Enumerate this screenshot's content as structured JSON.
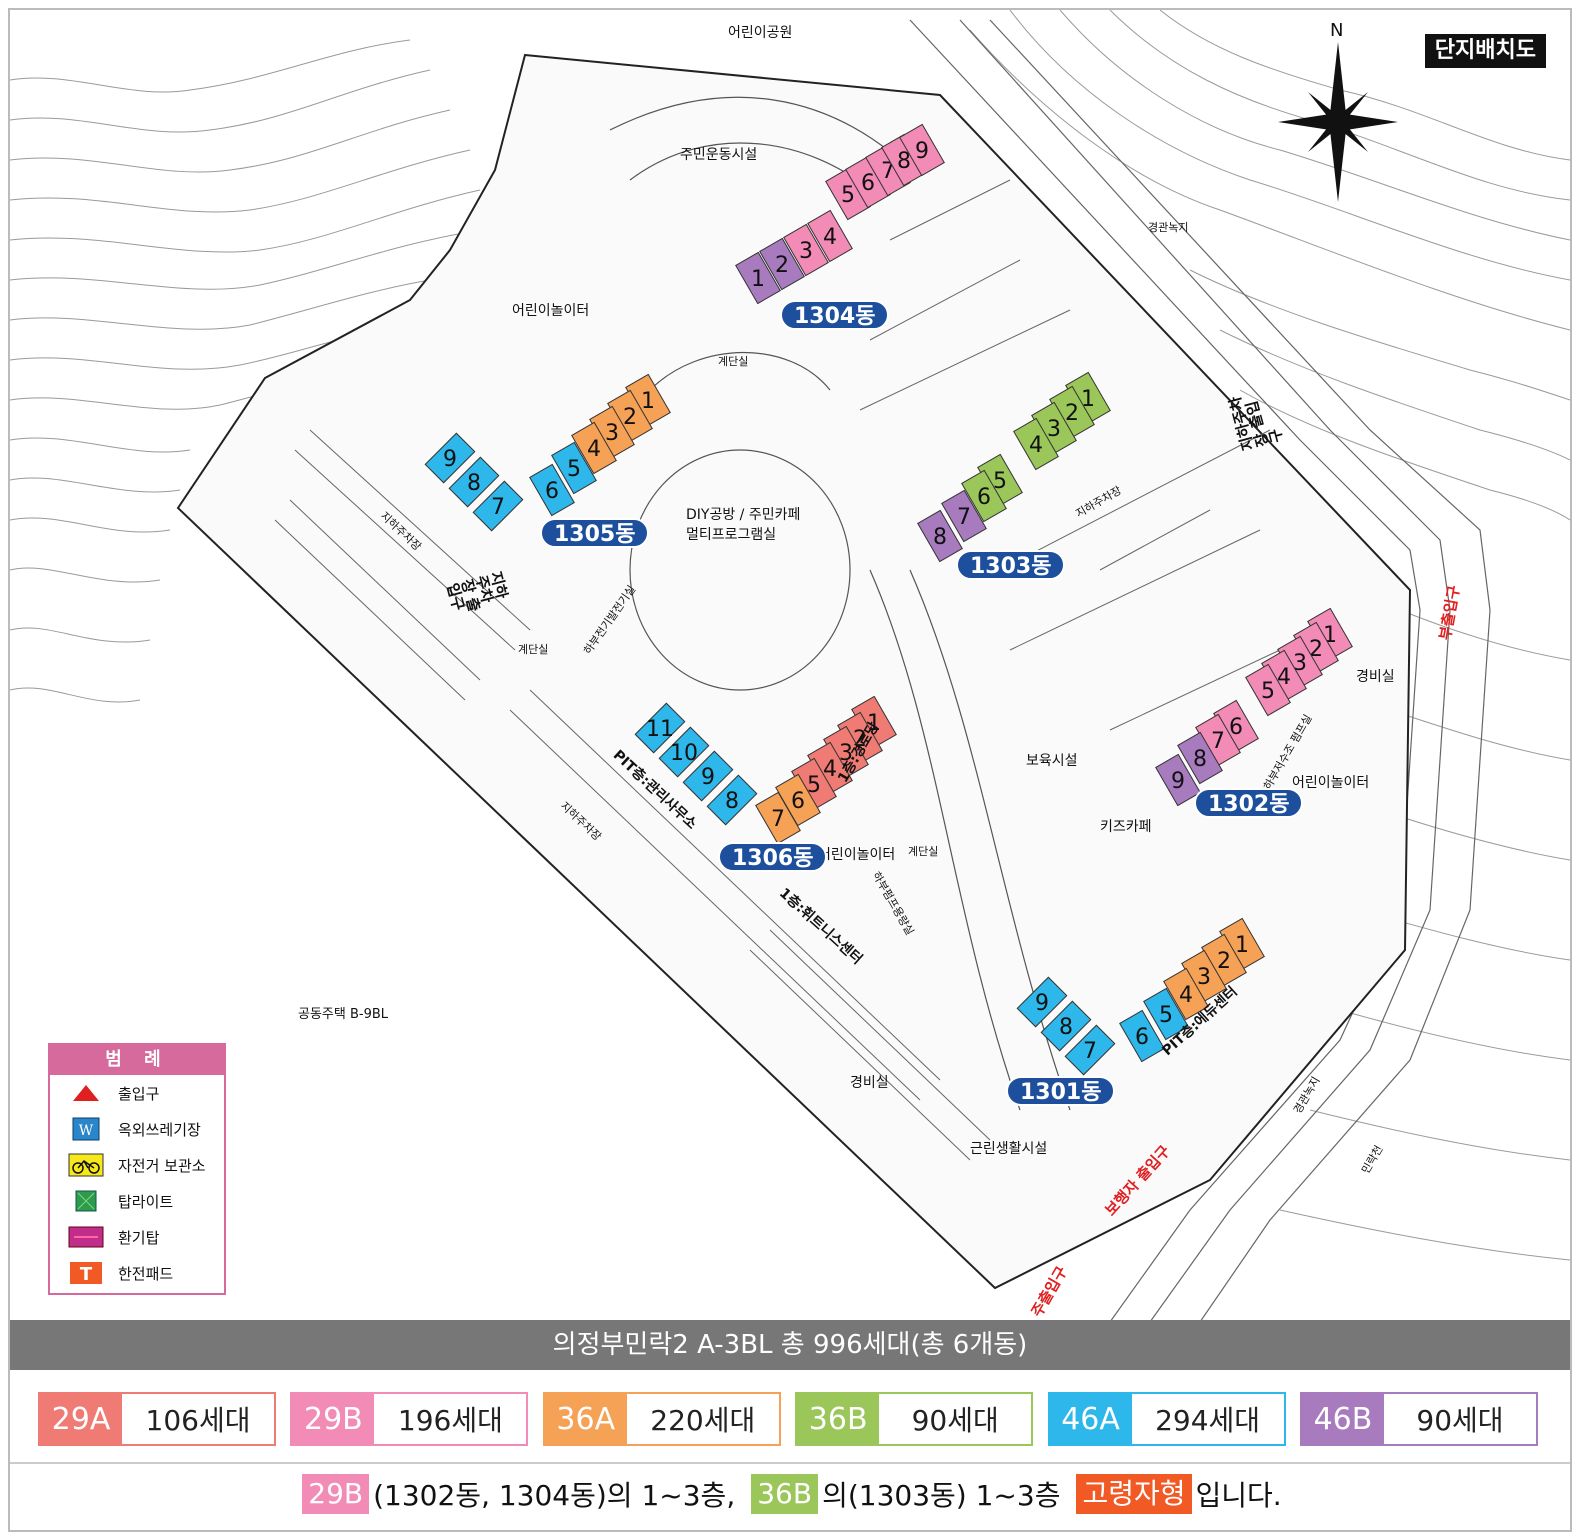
{
  "header": {
    "title": "단지배치도",
    "compass_north": "N"
  },
  "colors": {
    "29A": "#ef7b74",
    "29B": "#f28bb6",
    "36A": "#f5a156",
    "36B": "#9bc65a",
    "46A": "#2db7ea",
    "46B": "#a87bbf",
    "badge": "#1e4f9c",
    "entry": "#e02020",
    "elderly": "#f15a24",
    "legend": "#d66a9c"
  },
  "map": {
    "places": {
      "playground_park": "어린이공원",
      "fitness": "주민운동시설",
      "playground_1305": "어린이놀이터",
      "stair_1304": "계단실",
      "diy": "DIY공방 / 주민카페",
      "multi": "멀티프로그램실",
      "parking_entry": "지하주차장 출입구",
      "stair_1305": "계단실",
      "substation": "하부전기발전기실",
      "pit_mgmt": "PIT층:관리사무소",
      "senior_hall": "1층:경로당",
      "playground_1306": "어린이놀이터",
      "stair_1306": "계단실",
      "pump_room": "하부펌프용량실",
      "fitness_center": "1층:휘트니스센터",
      "daycare": "보육시설",
      "kids_cafe": "키즈카페",
      "guard_1302": "경비실",
      "playground_1302": "어린이놀이터",
      "water_tank": "하부저수조 펌프실",
      "parking_entry_2": "지하주차장 출입구",
      "pit_edu": "PIT층:에듀센터",
      "guard_south": "경비실",
      "retail": "근린생활시설",
      "neighbor_lot": "공동주택 B-9BL",
      "green_ne": "경관녹지",
      "green_se": "경관녹지",
      "stream": "민락천",
      "ug_parking": "지하주차장"
    },
    "entrances": {
      "sub": "부출입구",
      "pedestrian": "보행자 출입구",
      "main": "주출입구"
    },
    "buildings": [
      {
        "name": "1301동"
      },
      {
        "name": "1302동"
      },
      {
        "name": "1303동"
      },
      {
        "name": "1304동"
      },
      {
        "name": "1305동"
      },
      {
        "name": "1306동"
      }
    ],
    "unit_numbers": {
      "b1304": [
        "1",
        "2",
        "3",
        "4",
        "5",
        "6",
        "7",
        "8",
        "9"
      ],
      "b1305": [
        "1",
        "2",
        "3",
        "4",
        "5",
        "6",
        "7",
        "8",
        "9"
      ],
      "b1303": [
        "1",
        "2",
        "3",
        "4",
        "5",
        "6",
        "7",
        "8"
      ],
      "b1302": [
        "1",
        "2",
        "3",
        "4",
        "5",
        "6",
        "7",
        "8",
        "9"
      ],
      "b1306": [
        "1",
        "2",
        "3",
        "4",
        "5",
        "6",
        "7",
        "8",
        "9",
        "10",
        "11"
      ],
      "b1301": [
        "1",
        "2",
        "3",
        "4",
        "5",
        "6",
        "7",
        "8",
        "9"
      ]
    }
  },
  "legend": {
    "title": "범 례",
    "items": [
      {
        "label": "출입구",
        "icon": "triangle-red"
      },
      {
        "label": "옥외쓰레기장",
        "icon": "waste-w-blue"
      },
      {
        "label": "자전거 보관소",
        "icon": "bicycle-yellow"
      },
      {
        "label": "탑라이트",
        "icon": "toplight-green"
      },
      {
        "label": "환기탑",
        "icon": "vent-pink"
      },
      {
        "label": "한전패드",
        "icon": "t-orange"
      }
    ]
  },
  "summary": "의정부민락2 A-3BL 총 996세대(총 6개동)",
  "unit_types": [
    {
      "code": "29A",
      "count": "106세대"
    },
    {
      "code": "29B",
      "count": "196세대"
    },
    {
      "code": "36A",
      "count": "220세대"
    },
    {
      "code": "36B",
      "count": "90세대"
    },
    {
      "code": "46A",
      "count": "294세대"
    },
    {
      "code": "46B",
      "count": "90세대"
    }
  ],
  "note": {
    "chip1": "29B",
    "text1": "(1302동, 1304동)의 1~3층,",
    "chip2": "36B",
    "text2": "의(1303동) 1~3층",
    "chip3": "고령자형",
    "text3": "입니다."
  }
}
